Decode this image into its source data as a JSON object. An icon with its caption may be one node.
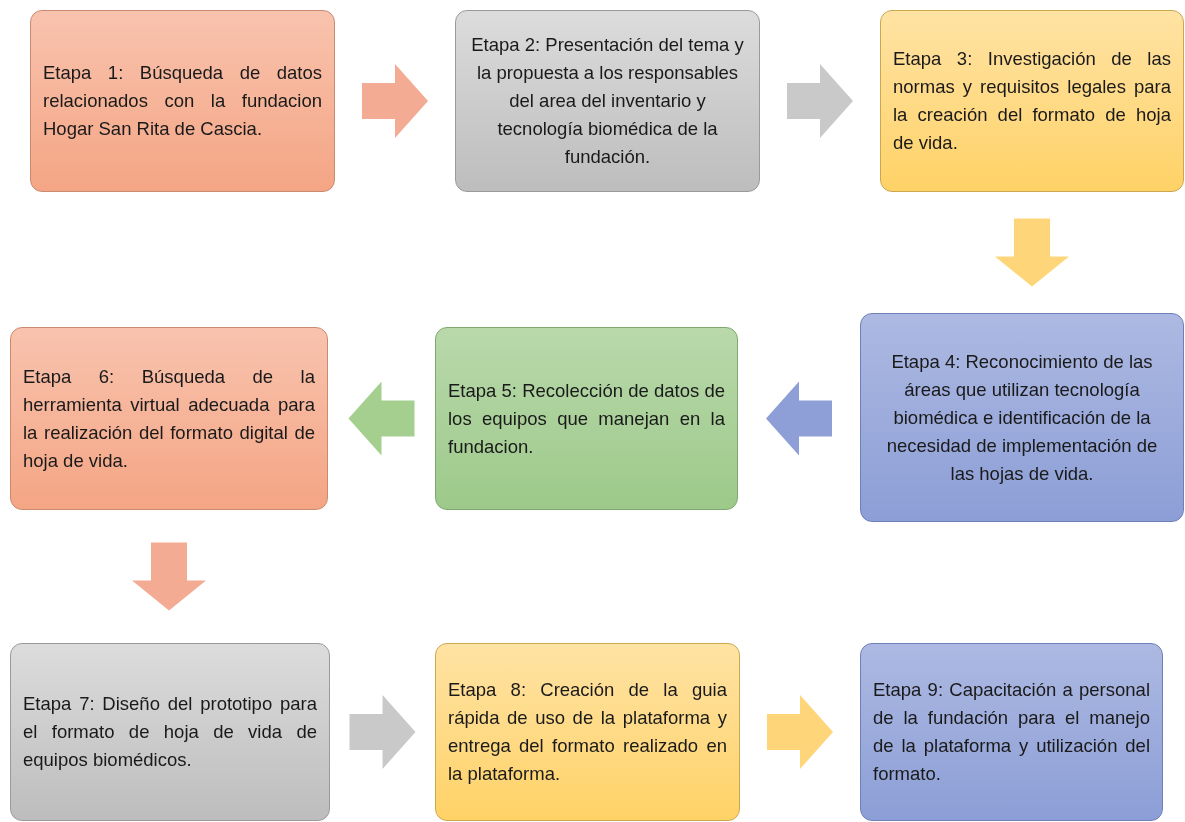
{
  "diagram": {
    "nodes": [
      {
        "text": [
          "Etapa 1: Búsqueda de datos relacionados con la fundacion Hogar San Rita de Cascia."
        ]
      },
      {
        "text": [
          "Etapa 2: Presentación del tema y la propuesta a los responsables del area del inventario y tecnología biomédica de la fundación."
        ]
      },
      {
        "text": [
          "Etapa 3: Investigación de las normas y requisitos legales para la creación del formato de hoja de vida."
        ]
      },
      {
        "text": [
          "Etapa 4: Reconocimiento de las áreas que utilizan tecnología biomédica e identificación de la necesidad de implementación de las hojas de vida."
        ]
      },
      {
        "text": [
          "Etapa 5: Recolección de datos de los equipos que manejan en la fundacion."
        ]
      },
      {
        "text": [
          "Etapa 6: Búsqueda de la herramienta virtual adecuada para la realización del formato digital de hoja de vida."
        ]
      },
      {
        "text": [
          "Etapa 7: Diseño del prototipo para el formato de hoja de vida de equipos biomédicos."
        ]
      },
      {
        "text": [
          "Etapa 8: Creación de la guia rápida de uso de la plataforma y entrega del formato realizado en la plataforma."
        ]
      },
      {
        "text": [
          "Etapa 9: Capacitación a personal de la fundación para el manejo de la plataforma y utilización del formato."
        ]
      }
    ],
    "edges": [
      {
        "from": 0,
        "to": 1,
        "arrow": "to",
        "style": "thick",
        "color": "#f4ab93"
      },
      {
        "from": 1,
        "to": 2,
        "arrow": "to",
        "style": "thick",
        "color": "#c9c9c9"
      },
      {
        "from": 2,
        "to": 3,
        "arrow": "to",
        "style": "thick",
        "color": "#ffd57a"
      },
      {
        "from": 3,
        "to": 4,
        "arrow": "to",
        "style": "thick",
        "color": "#8d9fd6"
      },
      {
        "from": 4,
        "to": 5,
        "arrow": "to",
        "style": "thick",
        "color": "#a5cf8f"
      },
      {
        "from": 5,
        "to": 6,
        "arrow": "to",
        "style": "thick",
        "color": "#f4ab93"
      },
      {
        "from": 6,
        "to": 7,
        "arrow": "to",
        "style": "thick",
        "color": "#c9c9c9"
      },
      {
        "from": 7,
        "to": 8,
        "arrow": "to",
        "style": "thick",
        "color": "#ffd57a"
      }
    ]
  }
}
